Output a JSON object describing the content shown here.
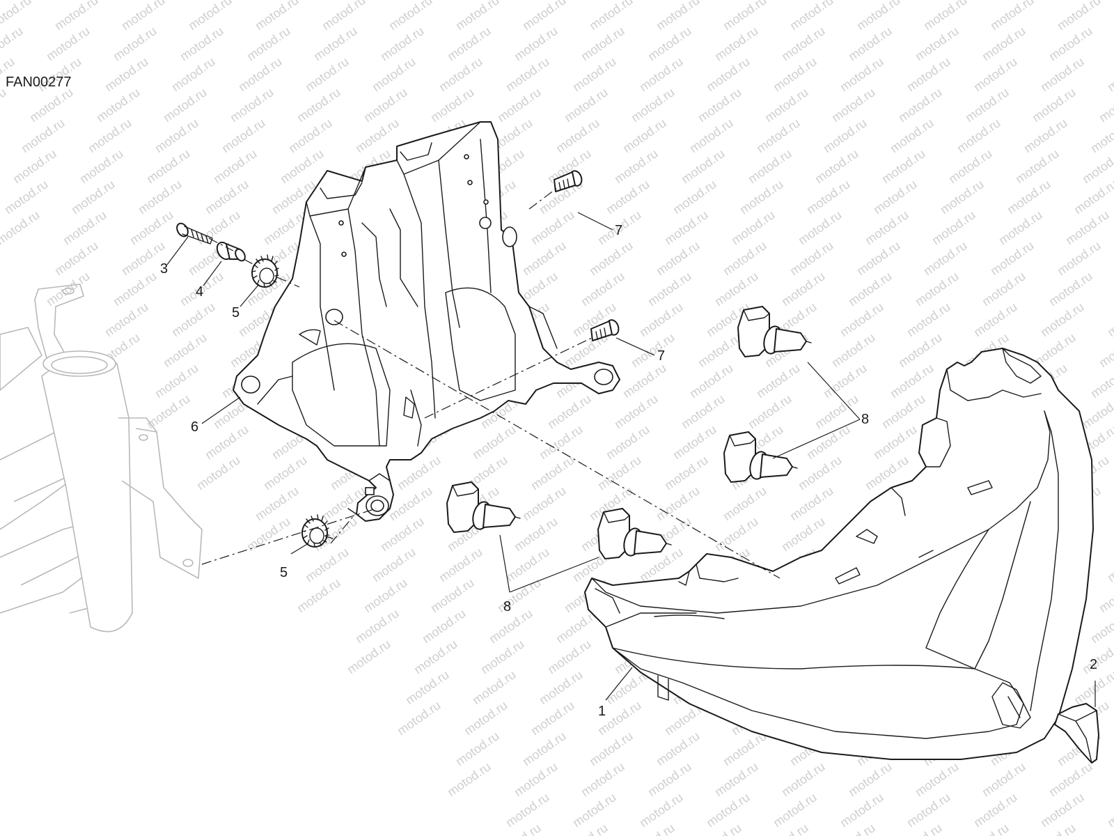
{
  "diagram_code": "FAN00277",
  "watermark": "motod.ru",
  "callouts": {
    "headlight": "1",
    "reflector": "2",
    "screw_left": "3",
    "spacer": "4",
    "grommet_upper": "5",
    "grommet_lower": "5",
    "headlight_support": "6",
    "bolt_upper": "7",
    "bolt_lower": "7",
    "bulb_right": "8",
    "bulb_left": "8"
  }
}
